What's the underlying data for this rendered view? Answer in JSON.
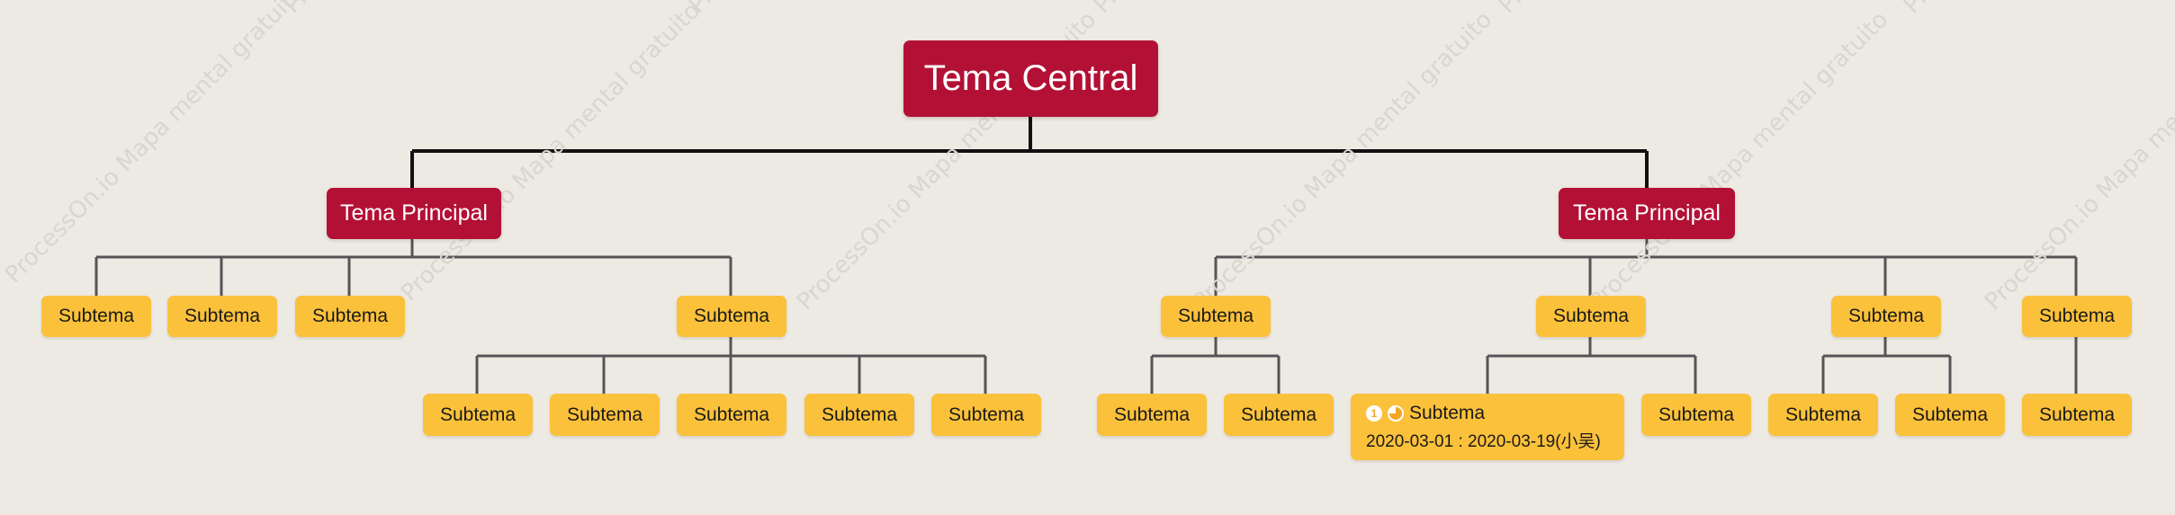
{
  "watermark": "ProcessOn.io Mapa mental gratuito",
  "colors": {
    "background": "#ede9e3",
    "central_topic": "#b31035",
    "main_topic": "#b31035",
    "subtopic": "#fbc13a",
    "connector": "#555555"
  },
  "central": {
    "label": "Tema Central"
  },
  "left_main": {
    "label": "Tema Principal",
    "children": [
      {
        "label": "Subtema"
      },
      {
        "label": "Subtema"
      },
      {
        "label": "Subtema"
      },
      {
        "label": "Subtema",
        "children": [
          {
            "label": "Subtema"
          },
          {
            "label": "Subtema"
          },
          {
            "label": "Subtema"
          },
          {
            "label": "Subtema"
          },
          {
            "label": "Subtema"
          }
        ]
      }
    ]
  },
  "right_main": {
    "label": "Tema Principal",
    "children": [
      {
        "label": "Subtema",
        "children": [
          {
            "label": "Subtema"
          },
          {
            "label": "Subtema"
          }
        ]
      },
      {
        "label": "Subtema",
        "children": [
          {
            "label": "Subtema",
            "priority": "1",
            "priority_icon": "priority-1-icon",
            "progress": 0.75,
            "progress_icon": "progress-pie-icon",
            "dates": "2020-03-01 : 2020-03-19(小吴)"
          },
          {
            "label": "Subtema"
          }
        ]
      },
      {
        "label": "Subtema",
        "children": [
          {
            "label": "Subtema"
          },
          {
            "label": "Subtema"
          }
        ]
      },
      {
        "label": "Subtema",
        "children": [
          {
            "label": "Subtema"
          }
        ]
      }
    ]
  }
}
